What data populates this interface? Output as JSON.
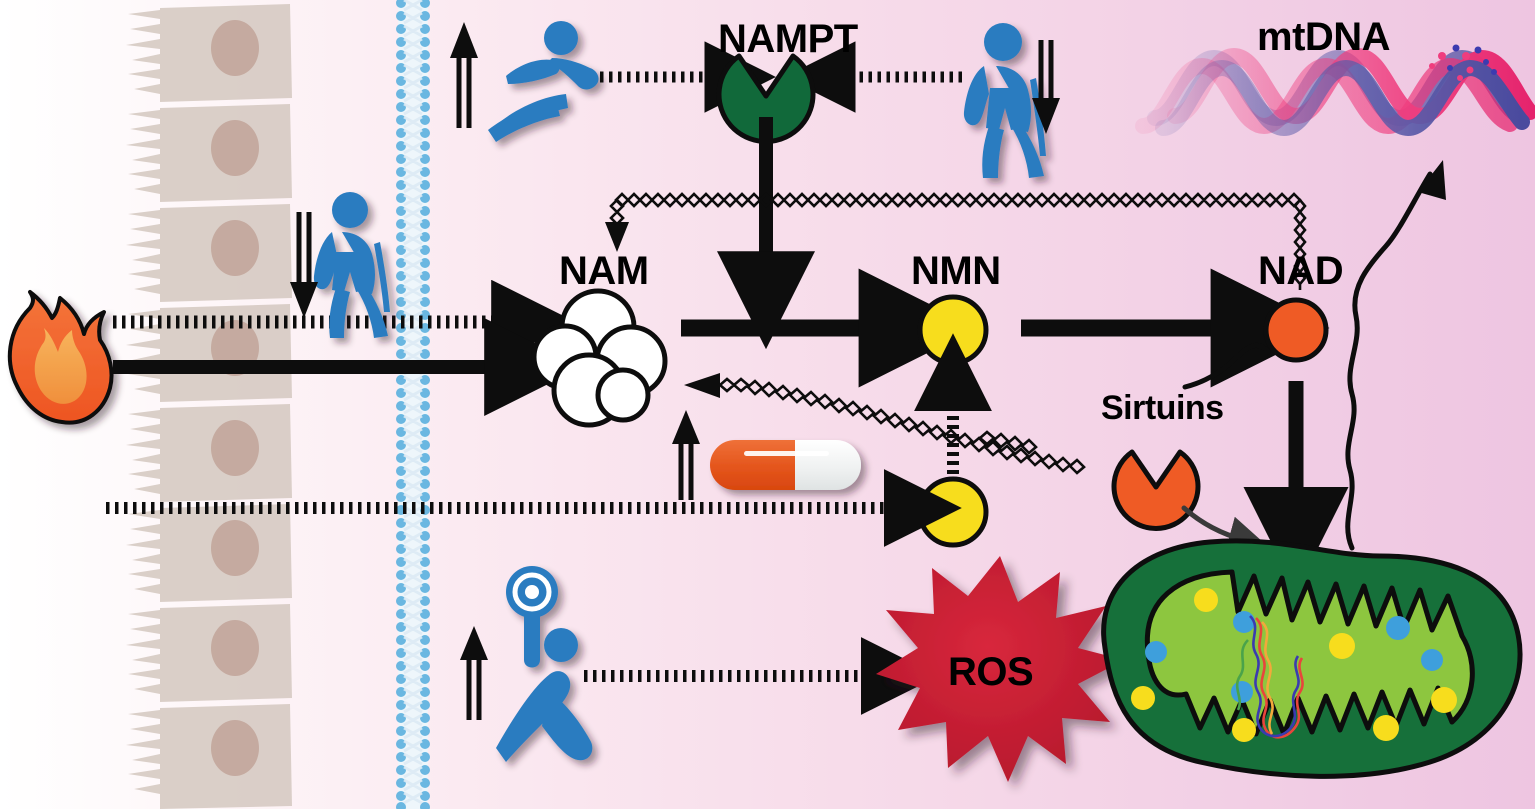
{
  "figure": {
    "type": "biological-pathway-diagram",
    "title": "NAD+ salvage pathway in intestinal epithelium with exercise, aging, supplementation and ROS inputs"
  },
  "labels": {
    "nampt": "NAMPT",
    "mtdna": "mtDNA",
    "nam": "NAM",
    "nmn": "NMN",
    "nad": "NAD",
    "sirtuins": "Sirtuins",
    "ros": "ROS"
  },
  "icons": {
    "flame": "flame-icon",
    "epithelium": "epithelial-cell-icon",
    "membrane": "lipid-bilayer-icon",
    "runner": "running-person-icon",
    "elderly_left": "elderly-person-with-cane-icon",
    "elderly_right": "elderly-person-with-cane-icon",
    "capsule": "capsule-pill-icon",
    "athlete": "racket-sport-person-icon",
    "nampt_enzyme": "pacman-enzyme-icon",
    "sirtuin_enzyme": "pacman-enzyme-icon",
    "mitochondrion": "mitochondrion-icon",
    "helix": "dna-double-helix-icon",
    "ros_burst": "starburst-icon",
    "up_arrow_runner": "double-up-arrow-icon",
    "down_arrow_left": "double-down-arrow-icon",
    "down_arrow_right": "double-down-arrow-icon",
    "up_arrow_capsule": "double-up-arrow-icon",
    "up_arrow_athlete": "double-up-arrow-icon"
  },
  "colors": {
    "background_left": "#ffffff",
    "background_right": "#f0c9e4",
    "epithelium_cell": "#d9cdc6",
    "epithelium_nucleus": "#c3a79c",
    "membrane_head": "#63b4e0",
    "membrane_tail": "#eaf4fa",
    "person_blue": "#2b7cc0",
    "flame_outer": "#f2622c",
    "flame_inner": "#f2a14b",
    "nampt_green": "#11693a",
    "mito_outer_green": "#16703a",
    "mito_matrix_green": "#8dc63f",
    "nmn_yellow": "#f7dd1d",
    "nad_orange": "#ef5b25",
    "sirtuin_orange": "#ef5b25",
    "ros_red": "#cc1f33",
    "capsule_orange": "#e8561d",
    "capsule_white": "#f2f2f2",
    "helix_pink": "#ef3d7e",
    "helix_purple": "#5a5aa8",
    "stroke_black": "#0d0d0d"
  },
  "arrows": [
    {
      "name": "flame-to-nam-dashed",
      "style": "dashed",
      "from": "flame",
      "to": "NAM"
    },
    {
      "name": "flame-to-nam-solid",
      "style": "solid-thick",
      "from": "flame",
      "to": "NAM"
    },
    {
      "name": "runner-to-nampt",
      "style": "dashed",
      "from": "runner",
      "to": "NAMPT"
    },
    {
      "name": "elderly-to-nampt",
      "style": "dashed",
      "from": "elderly",
      "to": "NAMPT"
    },
    {
      "name": "nampt-to-reaction",
      "style": "solid-thick",
      "from": "NAMPT",
      "to": "NAM-to-NMN reaction"
    },
    {
      "name": "nam-to-nmn",
      "style": "solid-thick",
      "from": "NAM",
      "to": "NMN"
    },
    {
      "name": "nmn-to-nad",
      "style": "solid-thick",
      "from": "NMN",
      "to": "NAD"
    },
    {
      "name": "nad-feedback-to-nam",
      "style": "zigzag-chain",
      "from": "NAD",
      "to": "NAM"
    },
    {
      "name": "capsule-uptake",
      "style": "dashed",
      "from": "capsule",
      "to": "NMN-supplement"
    },
    {
      "name": "nmn-supplement-to-nmn",
      "style": "dashed",
      "from": "NMN-supplement",
      "to": "NMN"
    },
    {
      "name": "nad-to-mitochondrion",
      "style": "solid-thick",
      "from": "NAD",
      "to": "mitochondrion"
    },
    {
      "name": "sirtuins-nad-link",
      "style": "curved-thin",
      "from": "Sirtuins",
      "to": "NAD"
    },
    {
      "name": "sirtuins-to-mitochondrion",
      "style": "curved-thin",
      "from": "Sirtuins",
      "to": "mitochondrion"
    },
    {
      "name": "mitochondrion-to-mtdna",
      "style": "wavy",
      "from": "mitochondrion",
      "to": "mtDNA"
    },
    {
      "name": "athlete-to-ros",
      "style": "dashed",
      "from": "athlete",
      "to": "ROS"
    }
  ]
}
